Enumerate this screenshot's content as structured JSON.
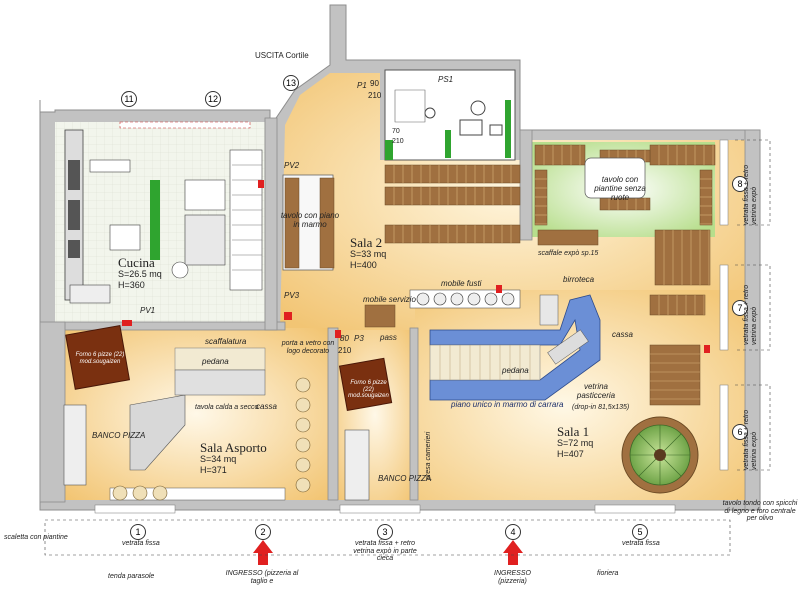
{
  "exits": {
    "courtyard_exit": "USCITA Cortile"
  },
  "rooms": {
    "cucina": {
      "name": "Cucina",
      "area": "S=26.5 mq",
      "height": "H=360"
    },
    "sala2": {
      "name": "Sala 2",
      "area": "S=33 mq",
      "height": "H=400"
    },
    "sala_asporto": {
      "name": "Sala Asporto",
      "area": "S=34 mq",
      "height": "H=371"
    },
    "sala1": {
      "name": "Sala 1",
      "area": "S=72 mq",
      "height": "H=407"
    }
  },
  "labels": {
    "tavolo_marmo": "tavolo con piano in marmo",
    "tavolo_piantine": "tavolo con piantine senza ruote",
    "scaffale_expo": "scaffale expò sp.15",
    "birroteca": "birroteca",
    "mobile_servizio": "mobile servizio",
    "mobile_fusti": "mobile fusti",
    "pass": "pass",
    "cassa_sala1": "cassa",
    "pedana_sala1": "pedana",
    "vetrina_pasticceria": "vetrina pasticceria",
    "vetrina_dims": "(drop-in 81,5x135)",
    "piano_unico": "piano unico in marmo di carrara",
    "scaffalatura": "scaffalatura",
    "porta_vetro": "porta a vetro con logo decorato",
    "pedana_asporto": "pedana",
    "tavola_calda": "tavola calda a secco",
    "cassa_asporto": "cassa",
    "banco_pizza_left": "BANCO PIZZA",
    "banco_pizza_mid": "BANCO PIZZA",
    "forno_left": "Forno 6 pizze (22) mod.sougaizen",
    "forno_mid": "Forno 6 pizze (22) mod.sougaizen",
    "presa_camerieri": "presa camerieri",
    "ps1": "PS1",
    "scaletta": "scaletta con piantine",
    "tenda": "tenda parasole",
    "fioriera": "fioriera",
    "tavolo_tondo": "tavolo tondo con spicchi di legno e foro centrale per olivo"
  },
  "doors": {
    "p1_label": "P1",
    "p1_w": "90",
    "p1_h": "210",
    "p3_label": "P3",
    "p3_w": "80",
    "p3_h": "210",
    "ps_w": "70",
    "ps_h": "210",
    "pv1": "PV1",
    "pv2": "PV2",
    "pv3": "PV3"
  },
  "windows": {
    "w1": {
      "num": "1",
      "text": "vetrata fissa"
    },
    "w2": {
      "num": "2",
      "text": "INGRESSO (pizzeria al taglio e"
    },
    "w3": {
      "num": "3",
      "text": "vetrata fissa + retro vetrina expò in parte cieca"
    },
    "w4": {
      "num": "4",
      "text": "INGRESSO (pizzeria)"
    },
    "w5": {
      "num": "5",
      "text": "vetrata fissa"
    },
    "w6": {
      "num": "6",
      "text": "vetrata fissa + retro vetrina expò"
    },
    "w7": {
      "num": "7",
      "text": "vetrata fissa + retro vetrina expò"
    },
    "w8": {
      "num": "8",
      "text": "vetrata fissa + retro vetrina expò"
    },
    "w11": {
      "num": "11"
    },
    "w12": {
      "num": "12"
    },
    "w13": {
      "num": "13"
    }
  },
  "colors": {
    "wall": "#b8b8b8",
    "sala_floor": "#f6d89a",
    "kitchen_floor": "#eef2e8",
    "garden": "#cfe8b0",
    "wood": "#a07040",
    "counter_blue": "#6b8fd6",
    "oven": "#7a3010",
    "door_red": "#e02020",
    "green_wall": "#2fa42f"
  }
}
